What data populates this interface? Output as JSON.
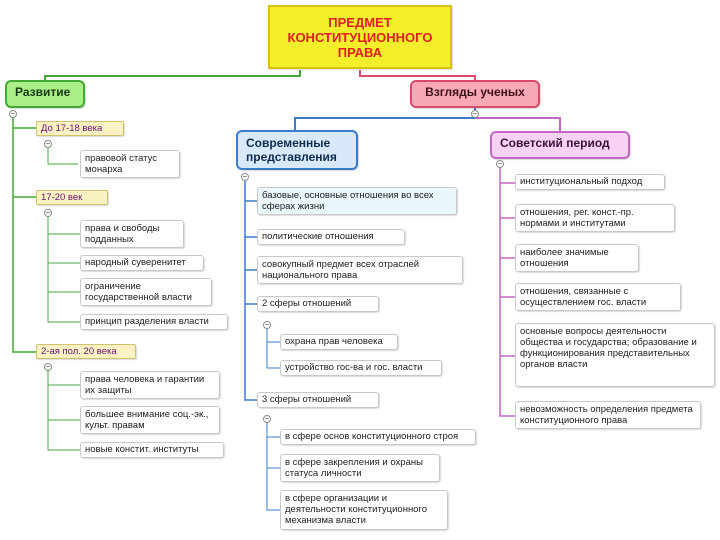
{
  "root": {
    "title": "ПРЕДМЕТ КОНСТИТУЦИОННОГО ПРАВА"
  },
  "left": {
    "label": "Развитие",
    "periods": [
      {
        "label": "До 17-18 века",
        "items": [
          "правовой статус монарха"
        ]
      },
      {
        "label": "17-20 век",
        "items": [
          "права и свободы подданных",
          "народный суверенитет",
          "ограничение государственной власти",
          "принцип разделения власти"
        ]
      },
      {
        "label": "2-ая пол. 20 века",
        "items": [
          "права человека и гарантии их защиты",
          "большее внимание соц.-эк., культ. правам",
          "новые констит. институты"
        ]
      }
    ]
  },
  "right": {
    "label": "Взгляды ученых",
    "modern": {
      "label": "Современные представления",
      "items": [
        "базовые, основные отношения во всех сферах жизни",
        "политические отношения",
        "совокупный предмет всех отраслей национального права"
      ],
      "two": {
        "label": "2 сферы отношений",
        "items": [
          "охрана прав человека",
          "устройство гос-ва и гос. власти"
        ]
      },
      "three": {
        "label": "3 сферы отношений",
        "items": [
          "в сфере основ конституционного строя",
          "в сфере закрепления и охраны статуса личности",
          "в сфере организации и деятельности конституционного механизма власти"
        ]
      }
    },
    "soviet": {
      "label": "Советский период",
      "items": [
        "институциональный подход",
        "отношения, рег. конст.-пр. нормами и институтами",
        "наиболее значимые отношения",
        "отношения, связанные с осуществлением гос. власти",
        "основные вопросы деятельности общества и государства; образование и функционирования представительных органов власти",
        "невозможность определения предмета конституционного права"
      ]
    }
  },
  "colors": {
    "root_fill": "#f5ee2a",
    "green_branch": "#43a834",
    "pink_branch": "#d84b6a",
    "blue_branch": "#3a7cc7",
    "purple_branch": "#c466c4"
  }
}
